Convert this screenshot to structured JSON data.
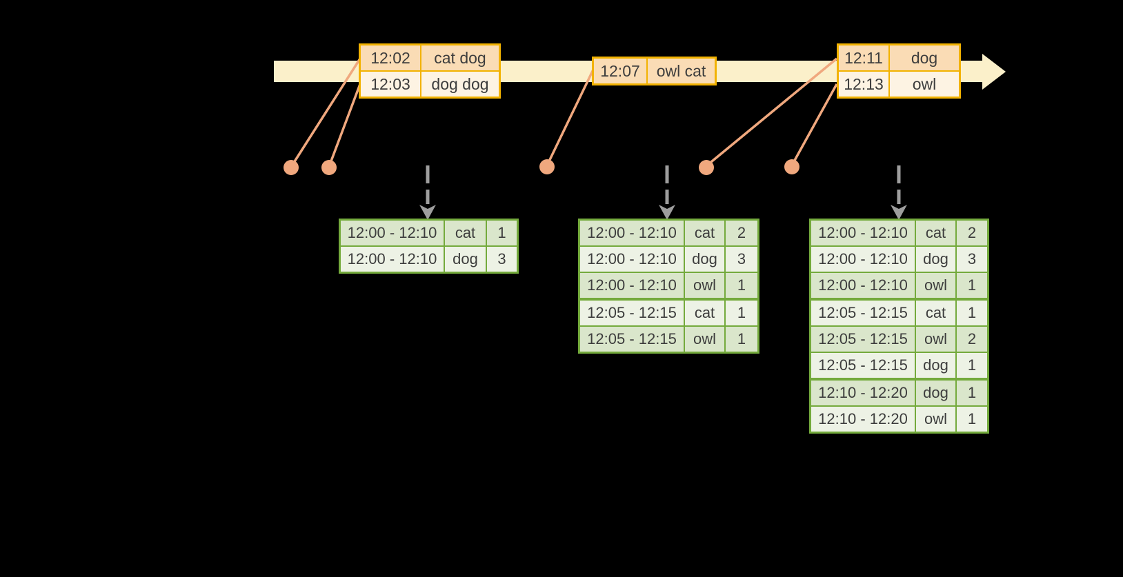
{
  "colors": {
    "background": "#000000",
    "timeline_band": "#FBF0CA",
    "event_border": "#F2B200",
    "event_row_dark": "#FADCB5",
    "event_row_light": "#FDF3E3",
    "marker": "#F0A87E",
    "trigger_arrow": "#9E9E9E",
    "result_border": "#74AA3C",
    "result_row_dark": "#DAE6CB",
    "result_row_light": "#EDF2E5",
    "text": "#3D3D3D"
  },
  "icons": {
    "timeline_arrowhead": "right-arrowhead",
    "event_marker": "circle-dot",
    "trigger_arrow": "dashed-down-arrow"
  },
  "event_tables": [
    {
      "rows": [
        {
          "time": "12:02",
          "words": "cat dog"
        },
        {
          "time": "12:03",
          "words": "dog dog"
        }
      ]
    },
    {
      "rows": [
        {
          "time": "12:07",
          "words": "owl cat"
        }
      ]
    },
    {
      "rows": [
        {
          "time": "12:11",
          "words": "dog"
        },
        {
          "time": "12:13",
          "words": "owl"
        }
      ]
    }
  ],
  "result_tables": [
    {
      "rows": [
        {
          "window": "12:00 - 12:10",
          "word": "cat",
          "count": "1"
        },
        {
          "window": "12:00 - 12:10",
          "word": "dog",
          "count": "3"
        }
      ]
    },
    {
      "rows": [
        {
          "window": "12:00 - 12:10",
          "word": "cat",
          "count": "2"
        },
        {
          "window": "12:00 - 12:10",
          "word": "dog",
          "count": "3"
        },
        {
          "window": "12:00 - 12:10",
          "word": "owl",
          "count": "1"
        },
        {
          "window": "12:05 - 12:15",
          "word": "cat",
          "count": "1"
        },
        {
          "window": "12:05 - 12:15",
          "word": "owl",
          "count": "1"
        }
      ]
    },
    {
      "rows": [
        {
          "window": "12:00 - 12:10",
          "word": "cat",
          "count": "2"
        },
        {
          "window": "12:00 - 12:10",
          "word": "dog",
          "count": "3"
        },
        {
          "window": "12:00 - 12:10",
          "word": "owl",
          "count": "1"
        },
        {
          "window": "12:05 - 12:15",
          "word": "cat",
          "count": "1"
        },
        {
          "window": "12:05 - 12:15",
          "word": "owl",
          "count": "2"
        },
        {
          "window": "12:05 - 12:15",
          "word": "dog",
          "count": "1"
        },
        {
          "window": "12:10 - 12:20",
          "word": "dog",
          "count": "1"
        },
        {
          "window": "12:10 - 12:20",
          "word": "owl",
          "count": "1"
        }
      ]
    }
  ]
}
